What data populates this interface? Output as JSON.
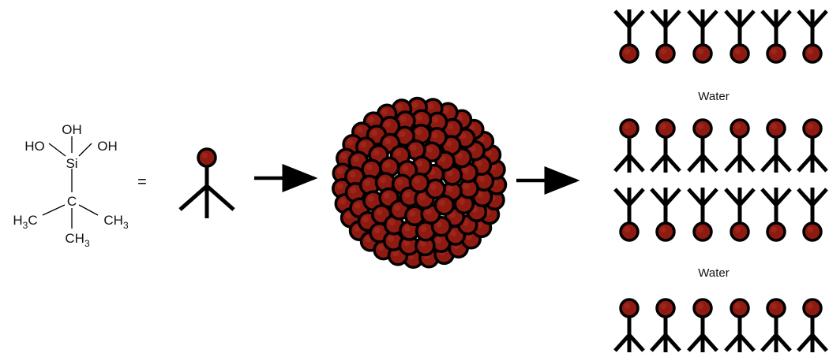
{
  "molecule": {
    "oh_top": "OH",
    "ho_left": "HO",
    "oh_right": "OH",
    "si": "Si",
    "c": "C",
    "h3c_left": "H3C",
    "ch3_right": "CH3",
    "ch3_bottom": "CH3"
  },
  "equals_sign": "=",
  "layers": {
    "water_label_1": "Water",
    "water_label_2": "Water"
  },
  "colors": {
    "head_fill": "#8e1a12",
    "head_highlight": "#a83222",
    "outline": "#000000"
  }
}
